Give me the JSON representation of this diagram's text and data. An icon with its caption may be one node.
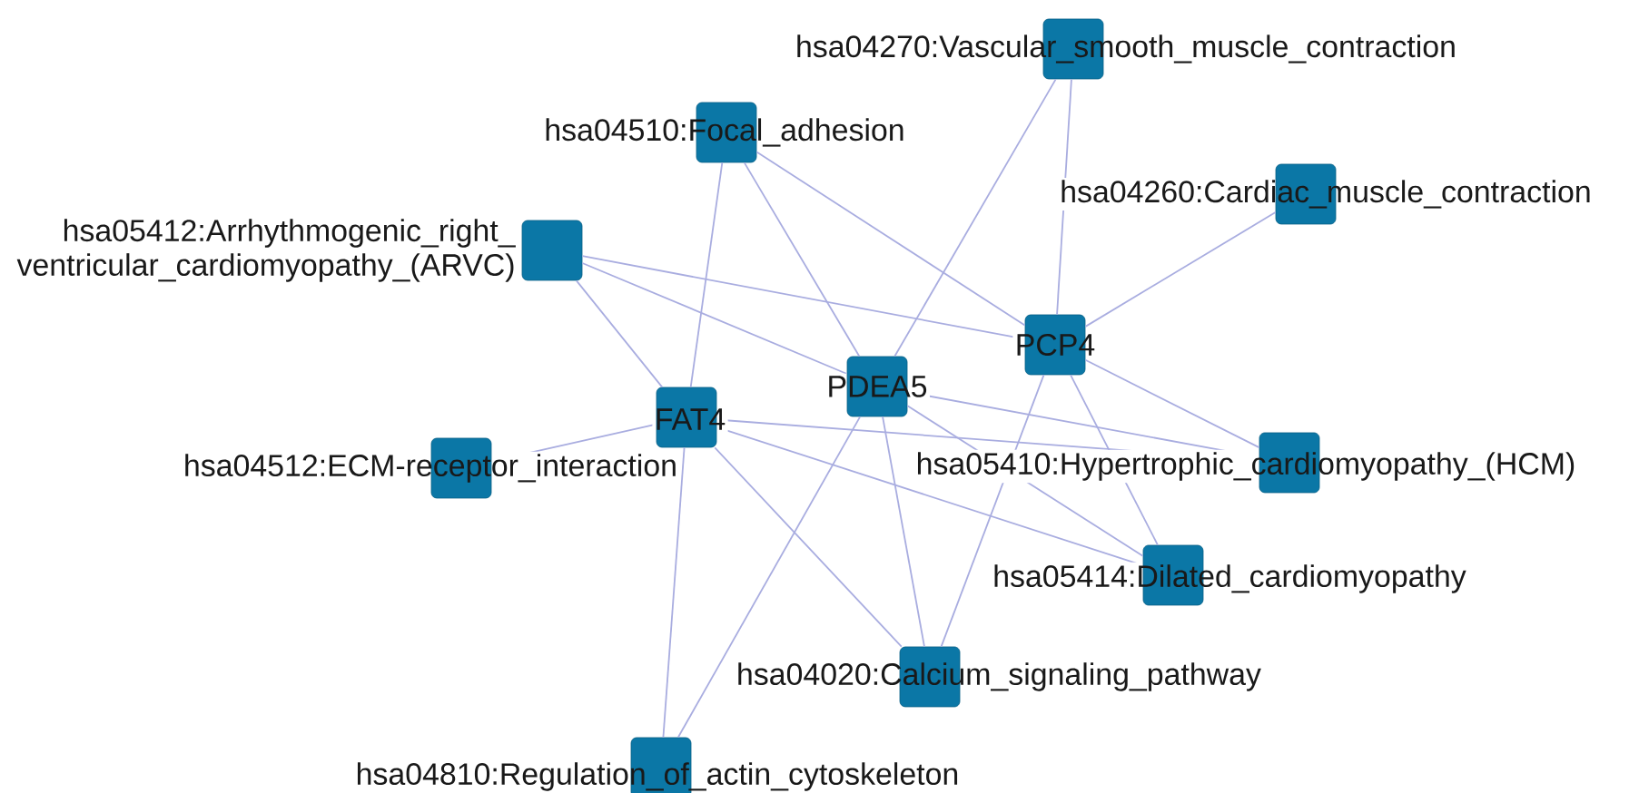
{
  "diagram": {
    "nodes": [
      {
        "text": [
          "hsa04270:Vascular_smooth_muscle_contraction"
        ]
      },
      {
        "text": [
          "hsa04510:Focal_adhesion"
        ]
      },
      {
        "text": [
          "hsa04260:Cardiac_muscle_contraction"
        ]
      },
      {
        "text": [
          "hsa05412:Arrhythmogenic_right_ventricular_cardiomyopathy_(ARVC)"
        ]
      },
      {
        "text": [
          "PCP4"
        ]
      },
      {
        "text": [
          "PDEA5"
        ]
      },
      {
        "text": [
          "FAT4"
        ]
      },
      {
        "text": [
          "hsa04512:ECM-receptor_interaction"
        ]
      },
      {
        "text": [
          "hsa05410:Hypertrophic_cardiomyopathy_(HCM)"
        ]
      },
      {
        "text": [
          "hsa05414:Dilated_cardiomyopathy"
        ]
      },
      {
        "text": [
          "hsa04020:Calcium_signaling_pathway"
        ]
      },
      {
        "text": [
          "hsa04810:Regulation_of_actin_cytoskeleton"
        ]
      }
    ],
    "edges": [
      {
        "from": 0,
        "to": 4,
        "arrow": "none"
      },
      {
        "from": 0,
        "to": 5,
        "arrow": "none"
      },
      {
        "from": 1,
        "to": 6,
        "arrow": "none"
      },
      {
        "from": 1,
        "to": 5,
        "arrow": "none"
      },
      {
        "from": 1,
        "to": 4,
        "arrow": "none"
      },
      {
        "from": 2,
        "to": 4,
        "arrow": "none"
      },
      {
        "from": 3,
        "to": 4,
        "arrow": "none"
      },
      {
        "from": 3,
        "to": 5,
        "arrow": "none"
      },
      {
        "from": 3,
        "to": 6,
        "arrow": "none"
      },
      {
        "from": 6,
        "to": 7,
        "arrow": "none"
      },
      {
        "from": 6,
        "to": 8,
        "arrow": "none"
      },
      {
        "from": 6,
        "to": 9,
        "arrow": "none"
      },
      {
        "from": 6,
        "to": 10,
        "arrow": "none"
      },
      {
        "from": 6,
        "to": 11,
        "arrow": "none"
      },
      {
        "from": 5,
        "to": 8,
        "arrow": "none"
      },
      {
        "from": 5,
        "to": 9,
        "arrow": "none"
      },
      {
        "from": 5,
        "to": 10,
        "arrow": "none"
      },
      {
        "from": 5,
        "to": 11,
        "arrow": "none"
      },
      {
        "from": 4,
        "to": 8,
        "arrow": "none"
      },
      {
        "from": 4,
        "to": 9,
        "arrow": "none"
      },
      {
        "from": 4,
        "to": 10,
        "arrow": "none"
      }
    ]
  }
}
